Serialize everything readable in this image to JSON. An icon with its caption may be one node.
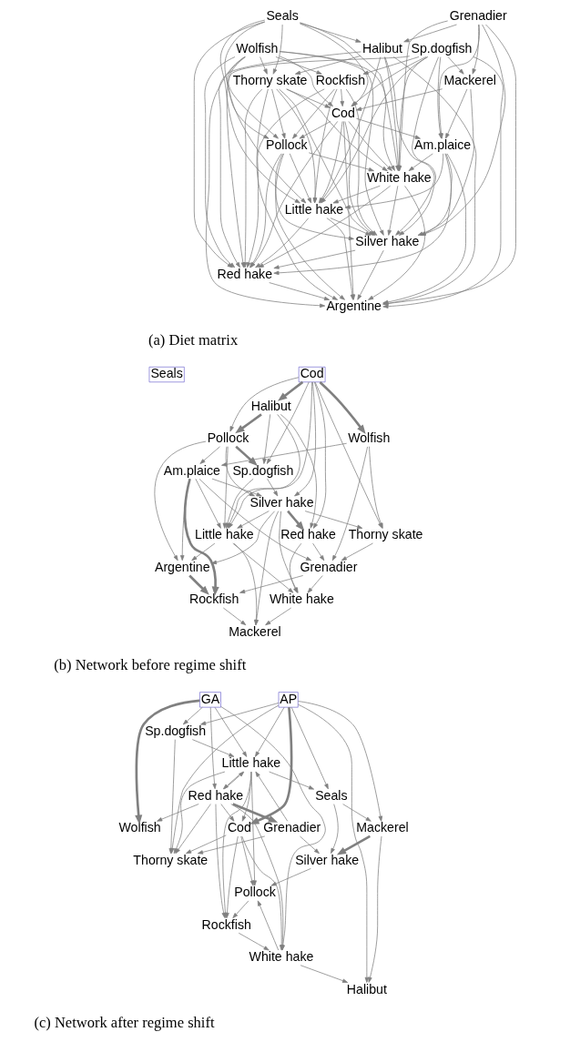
{
  "diagram": {
    "nodes": [
      {
        "text": [
          "Seals"
        ]
      },
      {
        "text": [
          "Grenadier"
        ]
      },
      {
        "text": [
          "Wolfish"
        ]
      },
      {
        "text": [
          "Halibut"
        ]
      },
      {
        "text": [
          "Thorny skate"
        ]
      },
      {
        "text": [
          "Sp.dogfish"
        ]
      },
      {
        "text": [
          "Rockfish"
        ]
      },
      {
        "text": [
          "Mackerel"
        ]
      },
      {
        "text": [
          "Cod"
        ]
      },
      {
        "text": [
          "Pollock"
        ]
      },
      {
        "text": [
          "Am.plaice"
        ]
      },
      {
        "text": [
          "White hake"
        ]
      },
      {
        "text": [
          "Little hake"
        ]
      },
      {
        "text": [
          "Silver hake"
        ]
      },
      {
        "text": [
          "Red hake"
        ]
      },
      {
        "text": [
          "Argentine"
        ]
      },
      {
        "text": [
          "Cod"
        ]
      },
      {
        "text": [
          "Seals"
        ]
      },
      {
        "text": [
          "Halibut"
        ]
      },
      {
        "text": [
          "Pollock"
        ]
      },
      {
        "text": [
          "Wolfish"
        ]
      },
      {
        "text": [
          "Am.plaice"
        ]
      },
      {
        "text": [
          "Sp.dogfish"
        ]
      },
      {
        "text": [
          "Silver hake"
        ]
      },
      {
        "text": [
          "Little hake"
        ]
      },
      {
        "text": [
          "Red hake"
        ]
      },
      {
        "text": [
          "Thorny skate"
        ]
      },
      {
        "text": [
          "Argentine"
        ]
      },
      {
        "text": [
          "Grenadier"
        ]
      },
      {
        "text": [
          "Rockfish"
        ]
      },
      {
        "text": [
          "White hake"
        ]
      },
      {
        "text": [
          "Mackerel"
        ]
      },
      {
        "text": [
          "AP"
        ]
      },
      {
        "text": [
          "GA"
        ]
      },
      {
        "text": [
          "Sp.dogfish"
        ]
      },
      {
        "text": [
          "Little hake"
        ]
      },
      {
        "text": [
          "Seals"
        ]
      },
      {
        "text": [
          "Red hake"
        ]
      },
      {
        "text": [
          "Mackerel"
        ]
      },
      {
        "text": [
          "Grenadier"
        ]
      },
      {
        "text": [
          "Cod"
        ]
      },
      {
        "text": [
          "Wolfish"
        ]
      },
      {
        "text": [
          "Silver hake"
        ]
      },
      {
        "text": [
          "Thorny skate"
        ]
      },
      {
        "text": [
          "Rockfish"
        ]
      },
      {
        "text": [
          "White hake"
        ]
      },
      {
        "text": [
          "Halibut"
        ]
      },
      {
        "text": [
          "Pollock"
        ]
      }
    ],
    "edges": [
      {
        "from": 2,
        "to": 4,
        "arrow": "to"
      },
      {
        "from": 2,
        "to": 6,
        "arrow": "to"
      },
      {
        "from": 2,
        "to": 9,
        "arrow": "to"
      },
      {
        "from": 2,
        "to": 8,
        "arrow": "to"
      },
      {
        "from": 2,
        "to": 12,
        "arrow": "to"
      },
      {
        "from": 2,
        "to": 14,
        "arrow": "to"
      },
      {
        "from": 2,
        "to": 15,
        "arrow": "to"
      },
      {
        "from": 2,
        "to": 13,
        "arrow": "to"
      },
      {
        "from": 2,
        "to": 11,
        "arrow": "to"
      },
      {
        "from": 4,
        "to": 8,
        "arrow": "to"
      },
      {
        "from": 4,
        "to": 9,
        "arrow": "to"
      },
      {
        "from": 4,
        "to": 12,
        "arrow": "to"
      },
      {
        "from": 4,
        "to": 14,
        "arrow": "to"
      },
      {
        "from": 4,
        "to": 13,
        "arrow": "to"
      },
      {
        "from": 4,
        "to": 11,
        "arrow": "to"
      },
      {
        "from": 4,
        "to": 15,
        "arrow": "to"
      },
      {
        "from": 0,
        "to": 4,
        "arrow": "to"
      },
      {
        "from": 0,
        "to": 9,
        "arrow": "to"
      },
      {
        "from": 0,
        "to": 12,
        "arrow": "to"
      },
      {
        "from": 0,
        "to": 3,
        "arrow": "to"
      },
      {
        "from": 0,
        "to": 8,
        "arrow": "to"
      },
      {
        "from": 0,
        "to": 11,
        "arrow": "to"
      },
      {
        "from": 0,
        "to": 14,
        "arrow": "to"
      },
      {
        "from": 1,
        "to": 3,
        "arrow": "to"
      },
      {
        "from": 1,
        "to": 7,
        "arrow": "to"
      },
      {
        "from": 1,
        "to": 10,
        "arrow": "to"
      },
      {
        "from": 1,
        "to": 13,
        "arrow": "to"
      },
      {
        "from": 1,
        "to": 11,
        "arrow": "to"
      },
      {
        "from": 1,
        "to": 15,
        "arrow": "to"
      },
      {
        "from": 3,
        "to": 4,
        "arrow": "to"
      },
      {
        "from": 3,
        "to": 12,
        "arrow": "to"
      },
      {
        "from": 3,
        "to": 11,
        "arrow": "to"
      },
      {
        "from": 3,
        "to": 14,
        "arrow": "to"
      },
      {
        "from": 3,
        "to": 13,
        "arrow": "to"
      },
      {
        "from": 3,
        "to": 15,
        "arrow": "to"
      },
      {
        "from": 5,
        "to": 6,
        "arrow": "to"
      },
      {
        "from": 5,
        "to": 8,
        "arrow": "to"
      },
      {
        "from": 5,
        "to": 7,
        "arrow": "to"
      },
      {
        "from": 5,
        "to": 11,
        "arrow": "to"
      },
      {
        "from": 5,
        "to": 14,
        "arrow": "to"
      },
      {
        "from": 5,
        "to": 15,
        "arrow": "to"
      },
      {
        "from": 5,
        "to": 13,
        "arrow": "to"
      },
      {
        "from": 5,
        "to": 12,
        "arrow": "to"
      },
      {
        "from": 5,
        "to": 10,
        "arrow": "to"
      },
      {
        "from": 6,
        "to": 12,
        "arrow": "to"
      },
      {
        "from": 6,
        "to": 14,
        "arrow": "to"
      },
      {
        "from": 6,
        "to": 13,
        "arrow": "to"
      },
      {
        "from": 6,
        "to": 9,
        "arrow": "to"
      },
      {
        "from": 6,
        "to": 8,
        "arrow": "to"
      },
      {
        "from": 7,
        "to": 8,
        "arrow": "to"
      },
      {
        "from": 7,
        "to": 10,
        "arrow": "to"
      },
      {
        "from": 7,
        "to": 13,
        "arrow": "to"
      },
      {
        "from": 8,
        "to": 10,
        "arrow": "to"
      },
      {
        "from": 8,
        "to": 9,
        "arrow": "to"
      },
      {
        "from": 8,
        "to": 11,
        "arrow": "to"
      },
      {
        "from": 8,
        "to": 14,
        "arrow": "to"
      },
      {
        "from": 8,
        "to": 12,
        "arrow": "to"
      },
      {
        "from": 8,
        "to": 13,
        "arrow": "to"
      },
      {
        "from": 8,
        "to": 15,
        "arrow": "to"
      },
      {
        "from": 9,
        "to": 12,
        "arrow": "to"
      },
      {
        "from": 9,
        "to": 14,
        "arrow": "to"
      },
      {
        "from": 9,
        "to": 15,
        "arrow": "to"
      },
      {
        "from": 9,
        "to": 13,
        "arrow": "to"
      },
      {
        "from": 9,
        "to": 11,
        "arrow": "to"
      },
      {
        "from": 10,
        "to": 11,
        "arrow": "to"
      },
      {
        "from": 10,
        "to": 14,
        "arrow": "to"
      },
      {
        "from": 10,
        "to": 15,
        "arrow": "to"
      },
      {
        "from": 10,
        "to": 13,
        "arrow": "to"
      },
      {
        "from": 10,
        "to": 12,
        "arrow": "to"
      },
      {
        "from": 11,
        "to": 12,
        "arrow": "to"
      },
      {
        "from": 11,
        "to": 14,
        "arrow": "to"
      },
      {
        "from": 11,
        "to": 15,
        "arrow": "to"
      },
      {
        "from": 11,
        "to": 13,
        "arrow": "to"
      },
      {
        "from": 12,
        "to": 14,
        "arrow": "to"
      },
      {
        "from": 12,
        "to": 15,
        "arrow": "to"
      },
      {
        "from": 12,
        "to": 13,
        "arrow": "to"
      },
      {
        "from": 13,
        "to": 14,
        "arrow": "to"
      },
      {
        "from": 13,
        "to": 15,
        "arrow": "to"
      },
      {
        "from": 14,
        "to": 15,
        "arrow": "to"
      },
      {
        "from": 16,
        "to": 18,
        "arrow": "to",
        "style": "thick"
      },
      {
        "from": 16,
        "to": 19,
        "arrow": "to"
      },
      {
        "from": 16,
        "to": 20,
        "arrow": "to",
        "style": "thick"
      },
      {
        "from": 16,
        "to": 23,
        "arrow": "to"
      },
      {
        "from": 16,
        "to": 25,
        "arrow": "to"
      },
      {
        "from": 16,
        "to": 26,
        "arrow": "to"
      },
      {
        "from": 16,
        "to": 24,
        "arrow": "to"
      },
      {
        "from": 16,
        "to": 22,
        "arrow": "to"
      },
      {
        "from": 18,
        "to": 19,
        "arrow": "to",
        "style": "thick"
      },
      {
        "from": 18,
        "to": 25,
        "arrow": "to"
      },
      {
        "from": 18,
        "to": 22,
        "arrow": "to"
      },
      {
        "from": 18,
        "to": 24,
        "arrow": "to"
      },
      {
        "from": 19,
        "to": 21,
        "arrow": "to"
      },
      {
        "from": 19,
        "to": 22,
        "arrow": "to",
        "style": "thick"
      },
      {
        "from": 19,
        "to": 23,
        "arrow": "to"
      },
      {
        "from": 19,
        "to": 24,
        "arrow": "to"
      },
      {
        "from": 19,
        "to": 27,
        "arrow": "to"
      },
      {
        "from": 20,
        "to": 21,
        "arrow": "to"
      },
      {
        "from": 20,
        "to": 28,
        "arrow": "to"
      },
      {
        "from": 20,
        "to": 26,
        "arrow": "to"
      },
      {
        "from": 21,
        "to": 23,
        "arrow": "to"
      },
      {
        "from": 21,
        "to": 28,
        "arrow": "to"
      },
      {
        "from": 21,
        "to": 24,
        "arrow": "to"
      },
      {
        "from": 21,
        "to": 27,
        "arrow": "to"
      },
      {
        "from": 21,
        "to": 29,
        "arrow": "to",
        "style": "thick"
      },
      {
        "from": 22,
        "to": 23,
        "arrow": "to"
      },
      {
        "from": 22,
        "to": 24,
        "arrow": "to"
      },
      {
        "from": 23,
        "to": 24,
        "arrow": "to"
      },
      {
        "from": 23,
        "to": 27,
        "arrow": "to"
      },
      {
        "from": 23,
        "to": 25,
        "arrow": "to",
        "style": "thick"
      },
      {
        "from": 23,
        "to": 26,
        "arrow": "to"
      },
      {
        "from": 23,
        "to": 30,
        "arrow": "to"
      },
      {
        "from": 23,
        "to": 31,
        "arrow": "to"
      },
      {
        "from": 24,
        "to": 27,
        "arrow": "to"
      },
      {
        "from": 24,
        "to": 30,
        "arrow": "to"
      },
      {
        "from": 24,
        "to": 31,
        "arrow": "to"
      },
      {
        "from": 25,
        "to": 28,
        "arrow": "to"
      },
      {
        "from": 25,
        "to": 30,
        "arrow": "to"
      },
      {
        "from": 26,
        "to": 28,
        "arrow": "to"
      },
      {
        "from": 28,
        "to": 29,
        "arrow": "to"
      },
      {
        "from": 28,
        "to": 30,
        "arrow": "to"
      },
      {
        "from": 27,
        "to": 29,
        "arrow": "to",
        "style": "thick"
      },
      {
        "from": 29,
        "to": 31,
        "arrow": "to"
      },
      {
        "from": 30,
        "to": 31,
        "arrow": "to"
      },
      {
        "from": 32,
        "to": 34,
        "arrow": "to"
      },
      {
        "from": 32,
        "to": 35,
        "arrow": "to"
      },
      {
        "from": 32,
        "to": 40,
        "arrow": "to",
        "style": "thick"
      },
      {
        "from": 32,
        "to": 36,
        "arrow": "to"
      },
      {
        "from": 32,
        "to": 38,
        "arrow": "to"
      },
      {
        "from": 32,
        "to": 46,
        "arrow": "to"
      },
      {
        "from": 32,
        "to": 43,
        "arrow": "to"
      },
      {
        "from": 33,
        "to": 34,
        "arrow": "to"
      },
      {
        "from": 33,
        "to": 35,
        "arrow": "to"
      },
      {
        "from": 33,
        "to": 37,
        "arrow": "to"
      },
      {
        "from": 33,
        "to": 41,
        "arrow": "to",
        "style": "thick"
      },
      {
        "from": 33,
        "to": 45,
        "arrow": "to"
      },
      {
        "from": 34,
        "to": 35,
        "arrow": "to"
      },
      {
        "from": 34,
        "to": 43,
        "arrow": "to"
      },
      {
        "from": 35,
        "to": 36,
        "arrow": "to"
      },
      {
        "from": 35,
        "to": 37,
        "arrow": "to"
      },
      {
        "from": 35,
        "to": 40,
        "arrow": "to"
      },
      {
        "from": 35,
        "to": 44,
        "arrow": "to"
      },
      {
        "from": 35,
        "to": 47,
        "arrow": "to"
      },
      {
        "from": 35,
        "to": 43,
        "arrow": "to"
      },
      {
        "from": 37,
        "to": 35,
        "arrow": "to"
      },
      {
        "from": 37,
        "to": 39,
        "arrow": "to",
        "style": "thick"
      },
      {
        "from": 37,
        "to": 40,
        "arrow": "to"
      },
      {
        "from": 37,
        "to": 44,
        "arrow": "to"
      },
      {
        "from": 37,
        "to": 41,
        "arrow": "to"
      },
      {
        "from": 37,
        "to": 43,
        "arrow": "to"
      },
      {
        "from": 37,
        "to": 45,
        "arrow": "to"
      },
      {
        "from": 36,
        "to": 38,
        "arrow": "to"
      },
      {
        "from": 36,
        "to": 42,
        "arrow": "to"
      },
      {
        "from": 38,
        "to": 42,
        "arrow": "to",
        "style": "thick"
      },
      {
        "from": 38,
        "to": 46,
        "arrow": "to"
      },
      {
        "from": 39,
        "to": 42,
        "arrow": "to"
      },
      {
        "from": 39,
        "to": 43,
        "arrow": "to"
      },
      {
        "from": 39,
        "to": 35,
        "arrow": "to"
      },
      {
        "from": 40,
        "to": 43,
        "arrow": "to"
      },
      {
        "from": 40,
        "to": 44,
        "arrow": "to"
      },
      {
        "from": 40,
        "to": 45,
        "arrow": "to"
      },
      {
        "from": 40,
        "to": 47,
        "arrow": "to"
      },
      {
        "from": 42,
        "to": 47,
        "arrow": "to"
      },
      {
        "from": 44,
        "to": 45,
        "arrow": "to"
      },
      {
        "from": 47,
        "to": 44,
        "arrow": "to"
      },
      {
        "from": 45,
        "to": 47,
        "arrow": "to"
      },
      {
        "from": 45,
        "to": 46,
        "arrow": "to"
      }
    ],
    "labels": [
      "(a) Diet matrix",
      "(b) Network before regime shift",
      "(c) Network after regime shift"
    ]
  }
}
